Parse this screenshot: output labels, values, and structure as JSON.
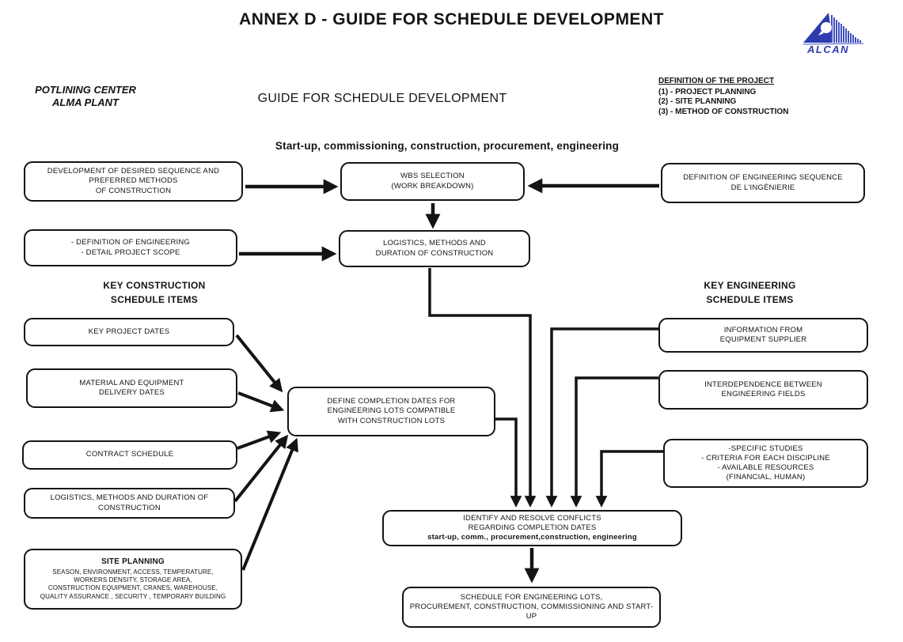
{
  "page": {
    "title": "ANNEX D - GUIDE FOR SCHEDULE DEVELOPMENT",
    "plant_label": "POTLINING CENTER\nALMA PLANT",
    "subtitle": "GUIDE FOR SCHEDULE DEVELOPMENT",
    "phases_line": "Start-up, commissioning, construction, procurement, engineering"
  },
  "logo": {
    "icon": "alcan-logo",
    "text": "ALCAN",
    "color": "#2e3cae",
    "stripe_color": "#4150c0"
  },
  "definition_block": {
    "heading": "DEFINITION OF THE PROJECT",
    "items": [
      "(1) - PROJECT PLANNING",
      "(2) - SITE PLANNING",
      "(3) - METHOD OF CONSTRUCTION"
    ]
  },
  "column_headings": {
    "key_construction": "KEY CONSTRUCTION\nSCHEDULE ITEMS",
    "key_engineering": "KEY ENGINEERING\nSCHEDULE ITEMS"
  },
  "boxes": {
    "dev_sequence": "DEVELOPMENT OF DESIRED SEQUENCE AND\nPREFERRED METHODS\nOF CONSTRUCTION",
    "wbs": "WBS SELECTION\n(WORK BREAKDOWN)",
    "eng_sequence": "DEFINITION OF ENGINEERING SEQUENCE\nDE L'INGÉNIERIE",
    "def_engineering": "- DEFINITION OF ENGINEERING\n- DETAIL PROJECT SCOPE",
    "logistics_top": "LOGISTICS, METHODS AND\nDURATION OF CONSTRUCTION",
    "key_project_dates": "KEY PROJECT DATES",
    "material_delivery": "MATERIAL AND EQUIPMENT\nDELIVERY DATES",
    "contract_schedule": "CONTRACT SCHEDULE",
    "logistics_left": "LOGISTICS, METHODS AND DURATION OF\nCONSTRUCTION",
    "site_planning_title": "SITE PLANNING",
    "site_planning_body": "SEASON, ENVIRONMENT, ACCESS, TEMPERATURE,\nWORKERS DENSITY, STORAGE AREA,\nCONSTRUCTION  EQUIPMENT, CRANES,  WAREHOUSE,\nQUALITY ASSURANCE , SECURITY ,  TEMPORARY BUILDING",
    "define_completion": "DEFINE COMPLETION DATES FOR\nENGINEERING LOTS COMPATIBLE\nWITH CONSTRUCTION  LOTS",
    "info_supplier": "INFORMATION FROM\nEQUIPMENT SUPPLIER",
    "interdependence": "INTERDEPENDENCE BETWEEN\nENGINEERING FIELDS",
    "specific_studies": "-SPECIFIC STUDIES\n- CRITERIA FOR EACH DISCIPLINE\n- AVAILABLE RESOURCES\n(FINANCIAL, HUMAN)",
    "identify_conflicts_main": "IDENTIFY AND RESOLVE CONFLICTS\nREGARDING COMPLETION DATES",
    "identify_conflicts_sub": "start-up, comm.,  procurement,construction,  engineering",
    "schedule_final": "SCHEDULE FOR ENGINEERING LOTS,\nPROCUREMENT, CONSTRUCTION, COMMISSIONING AND START-UP"
  }
}
